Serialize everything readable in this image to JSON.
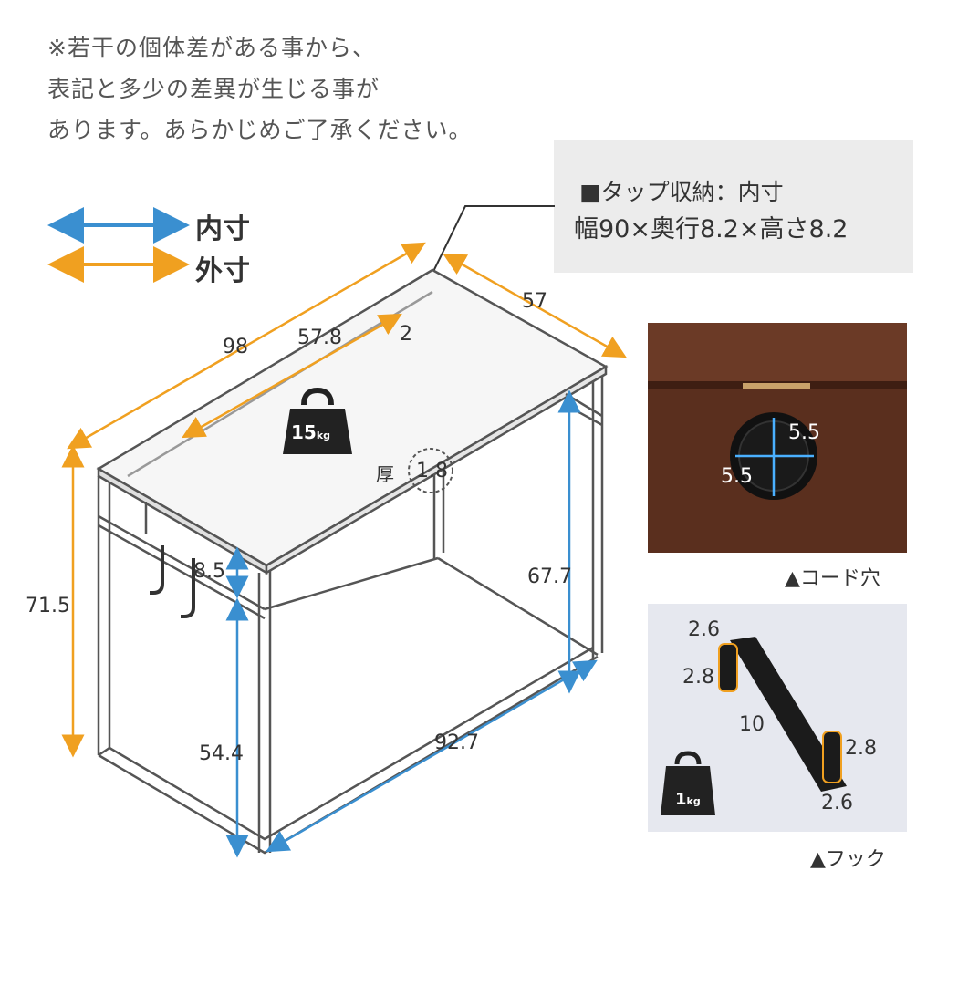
{
  "note": {
    "line1": "※若干の個体差がある事から、",
    "line2": "表記と多少の差異が生じる事が",
    "line3": "あります。あらかじめご了承ください。"
  },
  "tap_storage": {
    "title": "■タップ収納：内寸",
    "size": "幅90×奥行8.2×高さ8.2"
  },
  "legend": {
    "inner_label": "内寸",
    "outer_label": "外寸",
    "inner_color": "#3a8fd0",
    "outer_color": "#f0a020"
  },
  "desk": {
    "width": "98",
    "depth": "57",
    "tray_length": "57.8",
    "tray_depth": "2",
    "load": "15",
    "load_unit": "kg",
    "thickness_label": "厚",
    "thickness": "1.8",
    "height": "71.5",
    "shelf_gap": "8.5",
    "inner_height": "67.7",
    "lower_height": "54.4",
    "inner_width": "92.7"
  },
  "cord_hole": {
    "width": "5.5",
    "height": "5.5",
    "caption": "▲コード穴"
  },
  "hook": {
    "top_width": "2.6",
    "top_depth": "2.8",
    "length": "10",
    "bottom_depth": "2.8",
    "bottom_width": "2.6",
    "load": "1",
    "load_unit": "kg",
    "caption": "▲フック"
  }
}
